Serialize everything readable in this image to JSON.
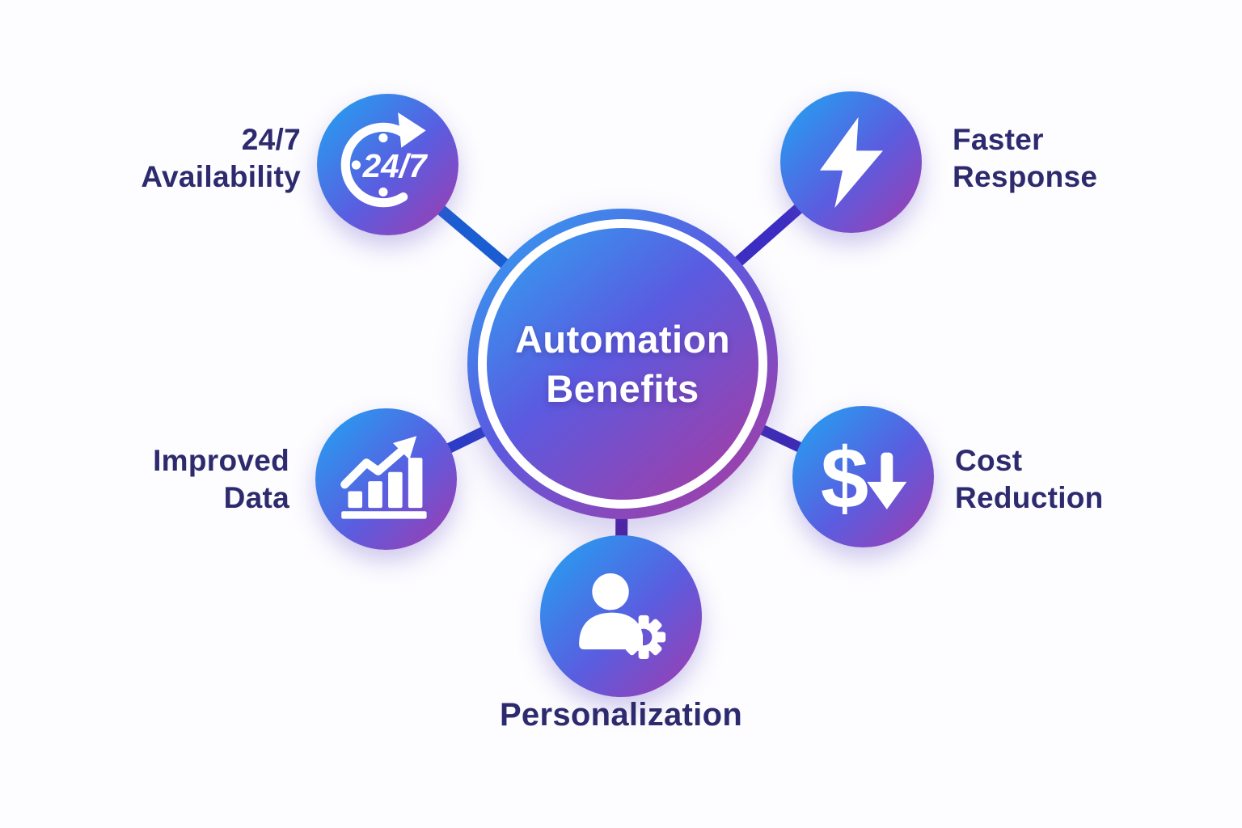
{
  "title": "Automation Benefits",
  "center": {
    "lines": [
      "Automation",
      "Benefits"
    ]
  },
  "nodes": [
    {
      "id": "availability",
      "icon": "clock-24-7-icon",
      "icon_text": "24/7",
      "label_lines": [
        "24/7",
        "Availability"
      ]
    },
    {
      "id": "faster-response",
      "icon": "lightning-bolt-icon",
      "label_lines": [
        "Faster",
        "Response"
      ]
    },
    {
      "id": "improved-data",
      "icon": "growth-bar-chart-icon",
      "label_lines": [
        "Improved",
        "Data"
      ]
    },
    {
      "id": "cost-reduction",
      "icon": "dollar-down-arrow-icon",
      "icon_text": "$",
      "label_lines": [
        "Cost",
        "Reduction"
      ]
    },
    {
      "id": "personalization",
      "icon": "user-gear-icon",
      "label_lines": [
        "Personalization"
      ]
    }
  ],
  "palette": {
    "background": "#fdfdff",
    "label_text": "#2d2a6e",
    "center_text": "#ffffff",
    "node_gradient_start": "#1fa6f2",
    "node_gradient_mid": "#5a5de0",
    "node_gradient_end": "#a43aab",
    "center_gradient_start": "#2ea5f2",
    "center_gradient_mid": "#5b5ae0",
    "center_gradient_end": "#ad3a9e",
    "connector_availability": "#1a5ed2",
    "connector_faster_response": "#3c2ec2",
    "connector_improved_data": "#2b3dc6",
    "connector_cost_reduction": "#3d2bb5",
    "connector_personalization": "#4a219e"
  }
}
